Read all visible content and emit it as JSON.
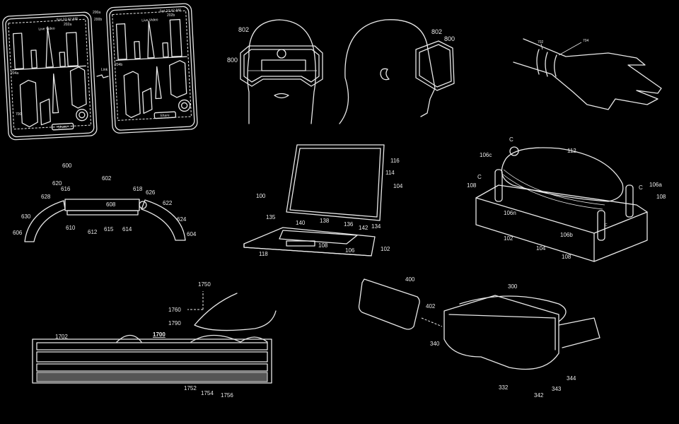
{
  "figures": {
    "phones": {
      "left_screen_title": "Live Video",
      "right_screen_title": "Live Video",
      "left_status": "Sat 10:42 AM",
      "right_status": "Sat 10:42 AM",
      "left_share": "Share",
      "right_share": "Share",
      "link_label": "Link",
      "labels": [
        "200a",
        "200b",
        "202a",
        "202b",
        "204a",
        "204b",
        "700"
      ]
    },
    "head_mounted": {
      "labels": [
        "802",
        "800",
        "802",
        "800"
      ]
    },
    "wrist": {
      "labels": [
        "702",
        "704"
      ]
    },
    "band": {
      "labels": [
        "600",
        "602",
        "608",
        "620",
        "616",
        "618",
        "626",
        "628",
        "622",
        "630",
        "624",
        "606",
        "604",
        "610",
        "612",
        "615",
        "614"
      ]
    },
    "laptop": {
      "labels": [
        "100",
        "116",
        "114",
        "104",
        "135",
        "138",
        "140",
        "136",
        "142",
        "134",
        "108",
        "106",
        "118",
        "102"
      ]
    },
    "cushion": {
      "labels": [
        "C",
        "106c",
        "112",
        "C",
        "108",
        "106n",
        "C",
        "106a",
        "108",
        "C",
        "102",
        "106b",
        "104",
        "108"
      ]
    },
    "touch": {
      "labels": [
        "1750",
        "1760",
        "1790",
        "1702",
        "1700",
        "1752",
        "1754",
        "1756"
      ]
    },
    "glasses": {
      "labels": [
        "400",
        "402",
        "300",
        "340",
        "332",
        "342",
        "343",
        "344"
      ]
    }
  }
}
